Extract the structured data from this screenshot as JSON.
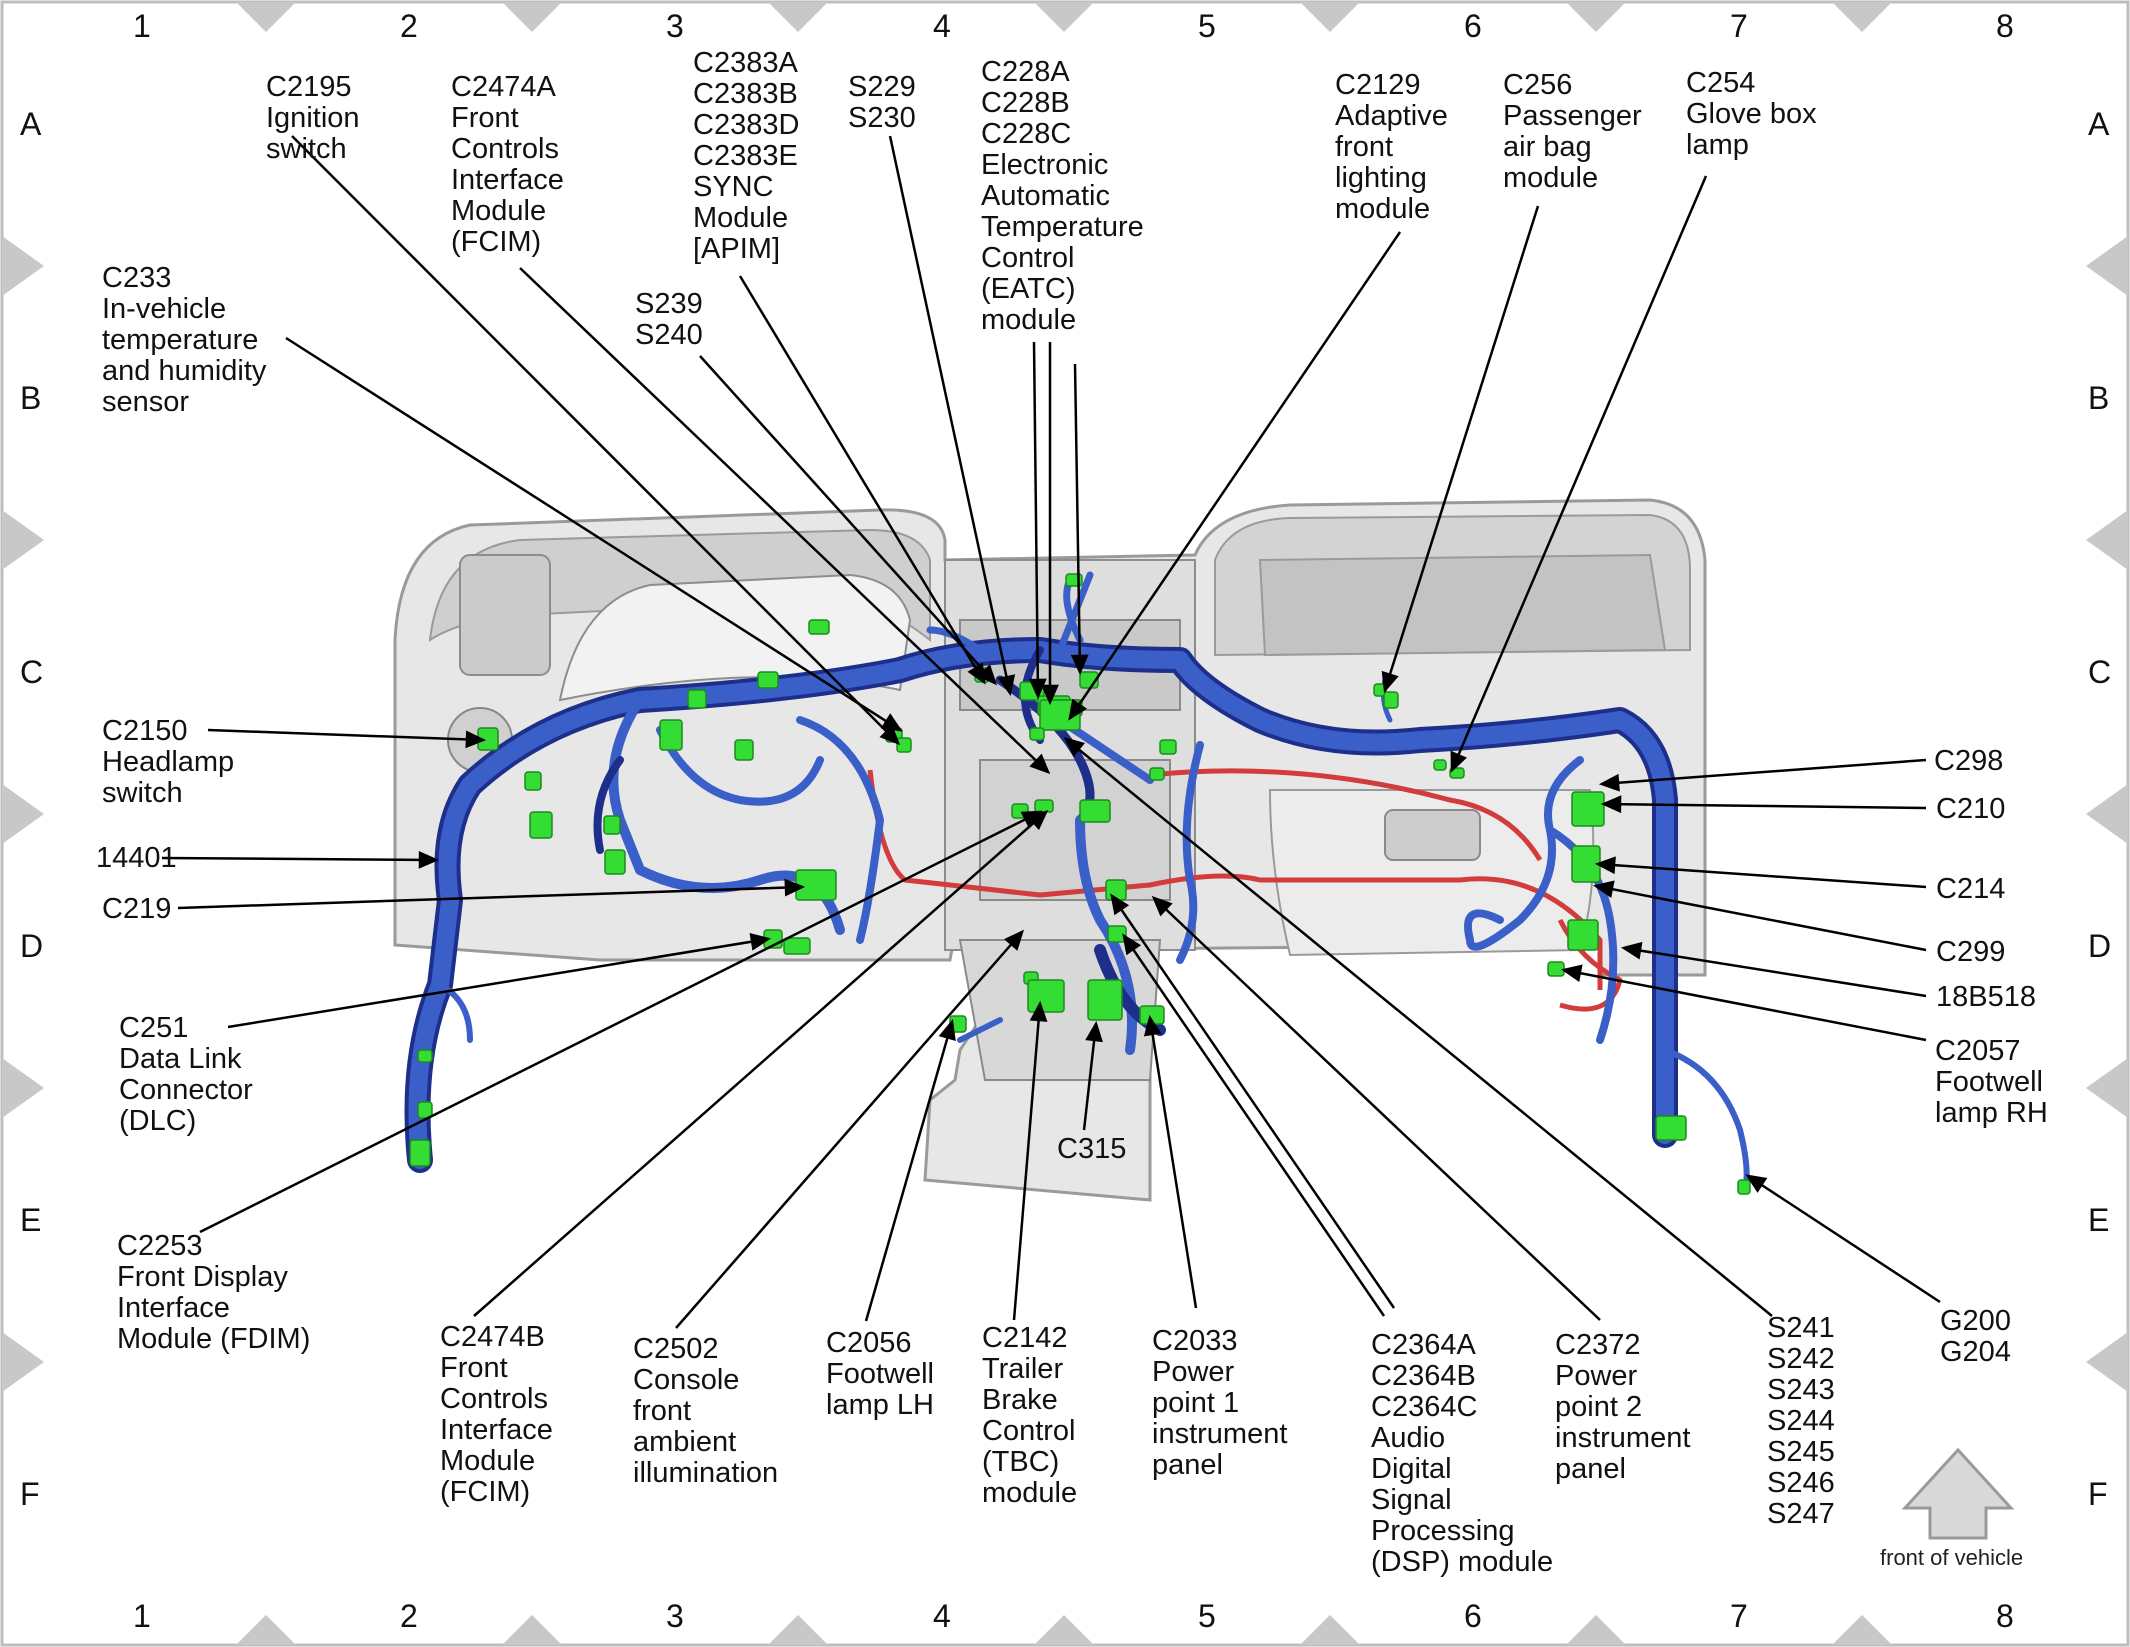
{
  "grid": {
    "columns": [
      "1",
      "2",
      "3",
      "4",
      "5",
      "6",
      "7",
      "8"
    ],
    "rows": [
      "A",
      "B",
      "C",
      "D",
      "E",
      "F"
    ]
  },
  "labels": {
    "c2195": "C2195\nIgnition\nswitch",
    "c2474a": "C2474A\nFront\nControls\nInterface\nModule\n(FCIM)",
    "c2383": "C2383A\nC2383B\nC2383D\nC2383E\nSYNC\nModule\n[APIM]",
    "s229": "S229\nS230",
    "c228": "C228A\nC228B\nC228C\nElectronic\nAutomatic\nTemperature\nControl\n(EATC)\nmodule",
    "c2129": "C2129\nAdaptive\nfront\nlighting\nmodule",
    "c256": "C256\nPassenger\nair bag\nmodule",
    "c254": "C254\nGlove box\nlamp",
    "c233": "C233\nIn-vehicle\ntemperature\nand humidity\nsensor",
    "s239": "S239\nS240",
    "c2150": "C2150\nHeadlamp\nswitch",
    "w14401": "14401",
    "c219": "C219",
    "c251": "C251\nData Link\nConnector\n(DLC)",
    "c2253": "C2253\nFront Display\nInterface\nModule (FDIM)",
    "c2474b": "C2474B\nFront\nControls\nInterface\nModule\n(FCIM)",
    "c2502": "C2502\nConsole\nfront\nambient\nillumination",
    "c2056": "C2056\nFootwell\nlamp LH",
    "c2142": "C2142\nTrailer\nBrake\nControl\n(TBC)\nmodule",
    "c315": "C315",
    "c2033": "C2033\nPower\npoint 1\ninstrument\npanel",
    "c2364": "C2364A\nC2364B\nC2364C\nAudio\nDigital\nSignal\nProcessing\n(DSP) module",
    "c2372": "C2372\nPower\npoint 2\ninstrument\npanel",
    "s241": "S241\nS242\nS243\nS244\nS245\nS246\nS247",
    "g200": "G200\nG204",
    "c298": "C298",
    "c210": "C210",
    "c214": "C214",
    "c299": "C299",
    "w18b518": "18B518",
    "c2057": "C2057\nFootwell\nlamp RH"
  },
  "front_note": "front of vehicle",
  "colors": {
    "harness_blue": "#3a5fc8",
    "harness_dark": "#1d2f8a",
    "connector_green": "#33dd33",
    "wire_red": "#d23c3c",
    "panel_gray": "#d9d9d9",
    "border_diamond": "#c8c8c8"
  }
}
